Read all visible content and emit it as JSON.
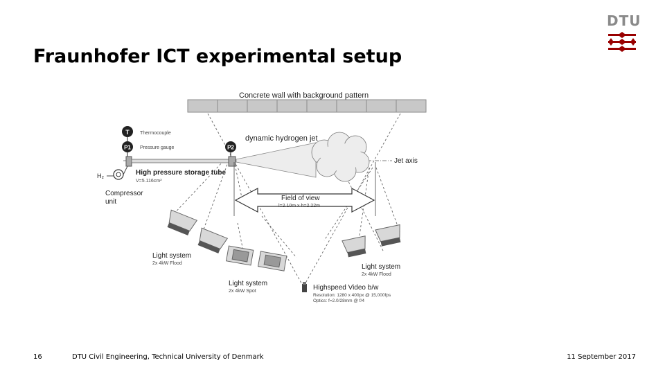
{
  "slide": {
    "title": "Fraunhofer ICT experimental setup",
    "logo_text": "DTU",
    "page_number": "16",
    "organization": "DTU Civil Engineering, Technical University of Denmark",
    "date": "11 September 2017"
  },
  "diagram": {
    "wall_label": "Concrete wall with background pattern",
    "jet_label": "dynamic hydrogen jet",
    "jet_axis_label": "Jet axis",
    "thermocouple_symbol": "T",
    "thermocouple_label": "Thermocouple",
    "p1_symbol": "P1",
    "p2_symbol": "P2",
    "pressure_gauge_label": "Pressure gauge",
    "h2_label": "H₂",
    "tube_label": "High pressure storage tube",
    "tube_volume": "V=5.116cm³",
    "compressor_label_1": "Compressor",
    "compressor_label_2": "unit",
    "fov_label": "Field of view",
    "fov_size": "l=2.10m x h=2.22m",
    "light_left_label": "Light system",
    "light_left_sub": "2x 4kW Flood",
    "light_mid_label": "Light system",
    "light_mid_sub": "2x 4kW Spot",
    "light_right_label": "Light system",
    "light_right_sub": "2x 4kW Flood",
    "camera_label": "Highspeed Video b/w",
    "camera_res": "Resolution: 1280 x 400px @ 15,000fps",
    "camera_optics": "Optics: f=2.0/28mm @ f/4"
  },
  "colors": {
    "dtu_red": "#990000",
    "logo_grey": "#8a8a8a",
    "diagram_grey": "#b5b5b5",
    "dark_grey": "#555555"
  }
}
